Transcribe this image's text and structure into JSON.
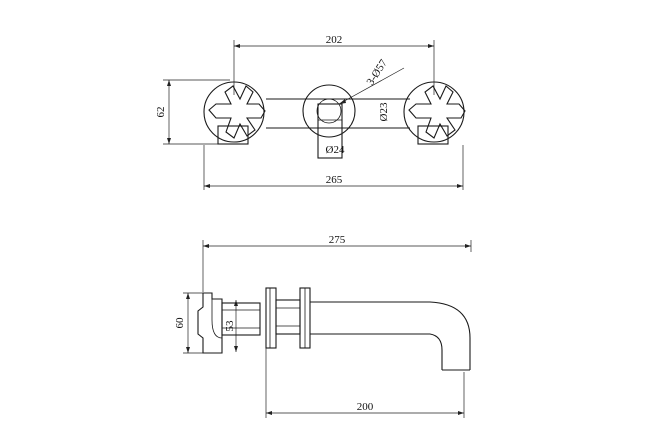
{
  "drawing": {
    "top_view": {
      "dim_width_top": "202",
      "dim_width_bottom": "265",
      "dim_height": "62",
      "dim_holes": "3-Ø57",
      "dim_spout_dia": "Ø24",
      "dim_handle_dia": "Ø23"
    },
    "side_view": {
      "dim_length_top": "275",
      "dim_height_left": "60",
      "dim_height_inner": "53",
      "dim_length_bottom": "200"
    }
  }
}
